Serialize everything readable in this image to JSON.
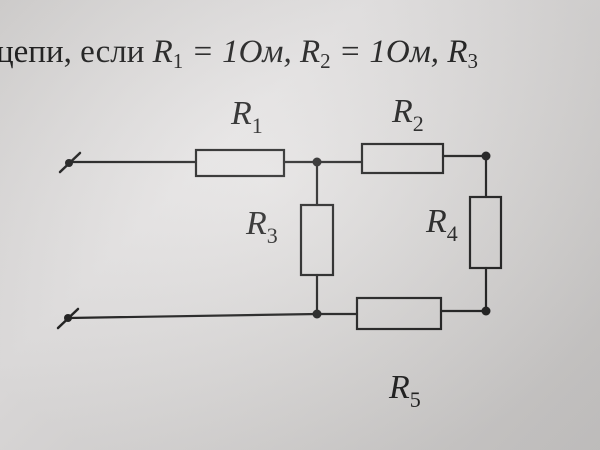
{
  "header": {
    "word_prefix": "цепи, если",
    "r1_symbol": "R",
    "r1_index": "1",
    "r1_value": "= 1Ом,",
    "r2_symbol": "R",
    "r2_index": "2",
    "r2_value": "= 1Ом,",
    "r3_symbol": "R",
    "r3_index": "3"
  },
  "resistors": {
    "r1": {
      "symbol": "R",
      "index": "1"
    },
    "r2": {
      "symbol": "R",
      "index": "2"
    },
    "r3": {
      "symbol": "R",
      "index": "3"
    },
    "r4": {
      "symbol": "R",
      "index": "4"
    },
    "r5": {
      "symbol": "R",
      "index": "5"
    }
  },
  "colors": {
    "ink": "#1a1a1a",
    "paper": "#e2e0df"
  }
}
